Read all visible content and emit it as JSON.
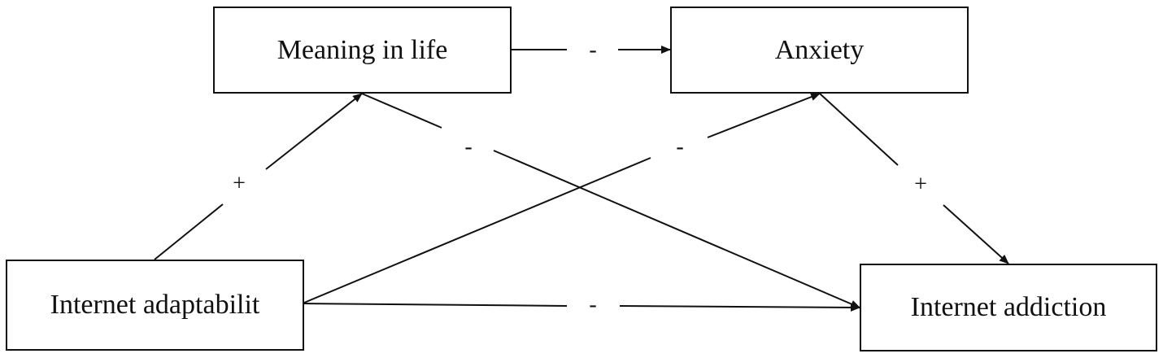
{
  "nodes": {
    "meaning": "Meaning in life",
    "anxiety": "Anxiety",
    "adaptability": "Internet adaptabilit",
    "addiction": "Internet addiction"
  },
  "edges": {
    "meaning_to_anxiety": "-",
    "meaning_to_addiction": "-",
    "adaptability_to_meaning": "+",
    "adaptability_to_anxiety": "-",
    "anxiety_to_addiction": "+",
    "adaptability_to_addiction": "-"
  },
  "colors": {
    "stroke": "#111111",
    "background": "#ffffff"
  }
}
